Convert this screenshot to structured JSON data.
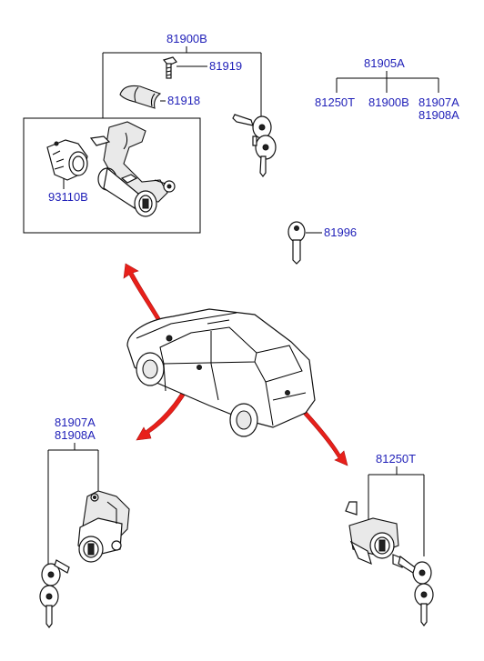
{
  "labels": {
    "assy_top": "81900B",
    "bolt": "81919",
    "cover": "81918",
    "ignition_cyl": "93110B",
    "group_top": "81905A",
    "group_1": "81250T",
    "group_2": "81900B",
    "group_3a": "81907A",
    "group_3b": "81908A",
    "blank_key": "81996",
    "door_a": "81907A",
    "door_b": "81908A",
    "tail": "81250T"
  },
  "colors": {
    "label_blue": "#1f1fb8",
    "arrow_red": "#e8201a"
  }
}
